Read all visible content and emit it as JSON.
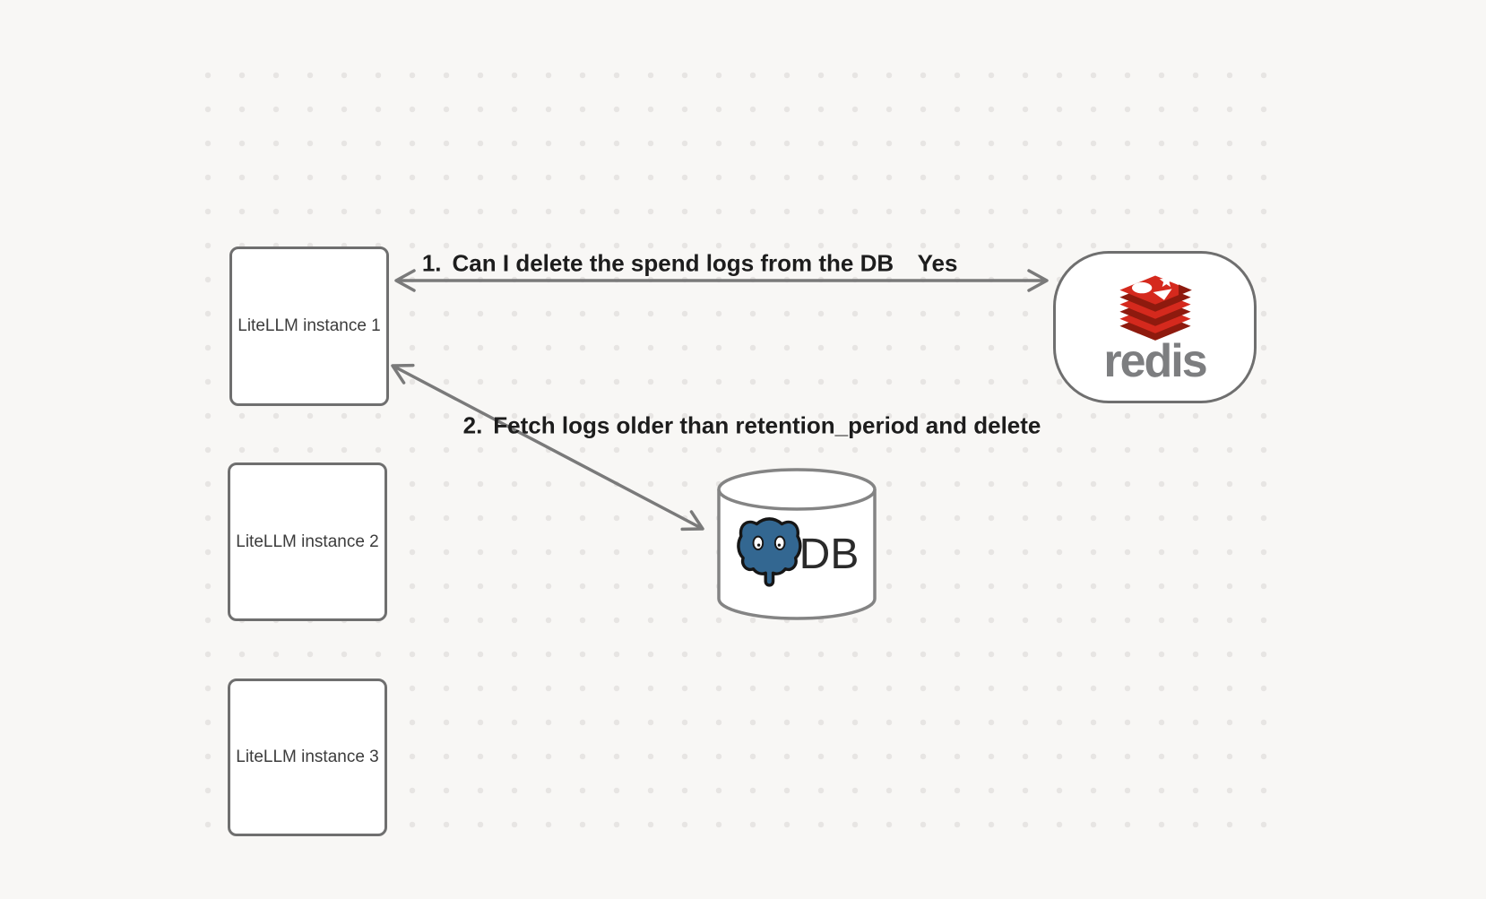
{
  "colors": {
    "background": "#f8f7f5",
    "dot": "#e7e5e3",
    "node_border": "#6f6f6f",
    "node_fill": "#ffffff",
    "arrow": "#7a7a7a",
    "label_text": "#1d1d1d",
    "box_label_text": "#3c3c3c",
    "redis_red": "#d5291d",
    "redis_dark_red": "#8e1a0e",
    "redis_wordmark": "#7d7e80",
    "postgres_blue": "#336791",
    "db_text": "#2a2a2a"
  },
  "nodes": {
    "instance1": {
      "label": "LiteLLM instance 1"
    },
    "instance2": {
      "label": "LiteLLM instance 2"
    },
    "instance3": {
      "label": "LiteLLM instance 3"
    },
    "redis": {
      "wordmark": "redis",
      "icon": "redis-stack-logo"
    },
    "db": {
      "label": "DB",
      "icon": "postgresql-elephant-logo"
    }
  },
  "edges": {
    "edge1": {
      "number": "1.",
      "label": "Can I delete the spend logs from the DB",
      "answer": "Yes",
      "from": "LiteLLM instance 1",
      "to": "redis",
      "arrowheads": "both"
    },
    "edge2": {
      "number": "2.",
      "label": "Fetch logs older than retention_period and delete",
      "from": "LiteLLM instance 1",
      "to": "DB",
      "arrowheads": "both"
    }
  }
}
